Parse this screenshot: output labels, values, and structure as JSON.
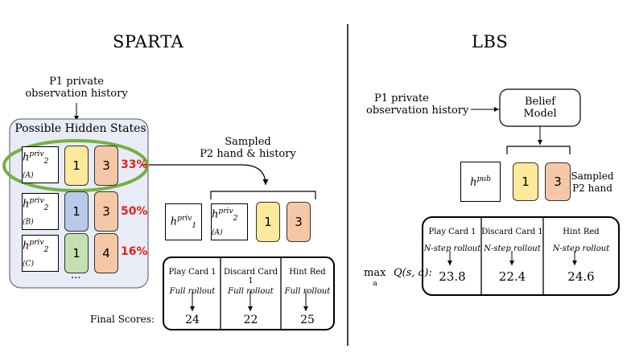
{
  "sparta": {
    "title": "SPARTA",
    "p1_label_line1": "P1 private",
    "p1_label_line2": "observation history",
    "states_title": "Possible Hidden States",
    "states": [
      {
        "h_base": "h",
        "h_sup": "priv",
        "h_sub": "2 (A)",
        "card1": "1",
        "card1_color": "#fde99a",
        "card2": "3",
        "card2_color": "#f6c7a7",
        "pct": "33%"
      },
      {
        "h_base": "h",
        "h_sup": "priv",
        "h_sub": "2 (B)",
        "card1": "1",
        "card1_color": "#b9c9e8",
        "card2": "3",
        "card2_color": "#f6c7a7",
        "pct": "50%"
      },
      {
        "h_base": "h",
        "h_sup": "priv",
        "h_sub": "2 (C)",
        "card1": "1",
        "card1_color": "#c6e0b3",
        "card2": "4",
        "card2_color": "#f6c7a7",
        "pct": "16%"
      }
    ],
    "ellipsis": "...",
    "sampled_line1": "Sampled",
    "sampled_line2": "P2 hand & history",
    "h1": {
      "base": "h",
      "sup": "priv",
      "sub": "1"
    },
    "h2": {
      "base": "h",
      "sup": "priv",
      "sub": "2 (A)"
    },
    "hand_cards": [
      {
        "value": "1",
        "color": "#fde99a"
      },
      {
        "value": "3",
        "color": "#f6c7a7"
      }
    ],
    "actions": [
      "Play Card 1",
      "Discard Card 1",
      "Hint Red"
    ],
    "rollout": "Full rollout",
    "scores_label": "Final Scores:",
    "scores": [
      "24",
      "22",
      "25"
    ]
  },
  "lbs": {
    "title": "LBS",
    "p1_label_line1": "P1 private",
    "p1_label_line2": "observation history",
    "belief_line1": "Belief",
    "belief_line2": "Model",
    "hpub": {
      "base": "h",
      "sup": "pub"
    },
    "hand_cards": [
      {
        "value": "1",
        "color": "#fde99a"
      },
      {
        "value": "3",
        "color": "#f6c7a7"
      }
    ],
    "sampled_line1": "Sampled",
    "sampled_line2": "P2 hand",
    "actions": [
      "Play Card 1",
      "Discard Card 1",
      "Hint Red"
    ],
    "rollout": "N-step rollout",
    "q_label": "max Q(s, a):",
    "q_max": "max",
    "q_sub": "a",
    "q_expr": "Q(s, a):",
    "scores": [
      "23.8",
      "22.4",
      "24.6"
    ]
  },
  "colors": {
    "states_bg": "#e7ecf6",
    "ellipse": "#76b042",
    "pct": "#e8201a"
  }
}
